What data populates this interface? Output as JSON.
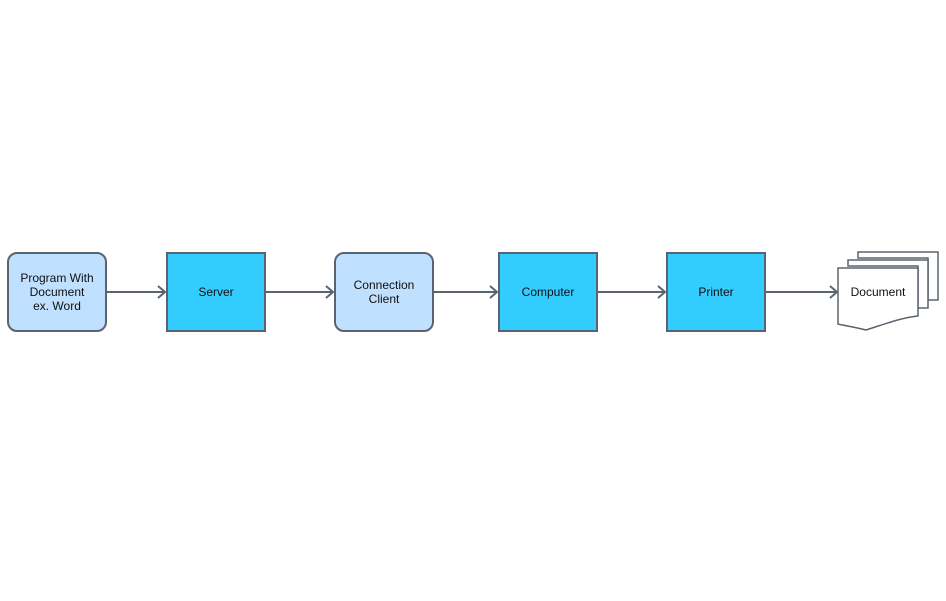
{
  "nodes": {
    "program": "Program With\nDocument\nex. Word",
    "server": "Server",
    "connection_client": "Connection\nClient",
    "computer": "Computer",
    "printer": "Printer",
    "document": "Document"
  },
  "colors": {
    "rounded_fill": "#bfe0ff",
    "square_fill": "#33ccff",
    "stroke": "#5a6470"
  }
}
